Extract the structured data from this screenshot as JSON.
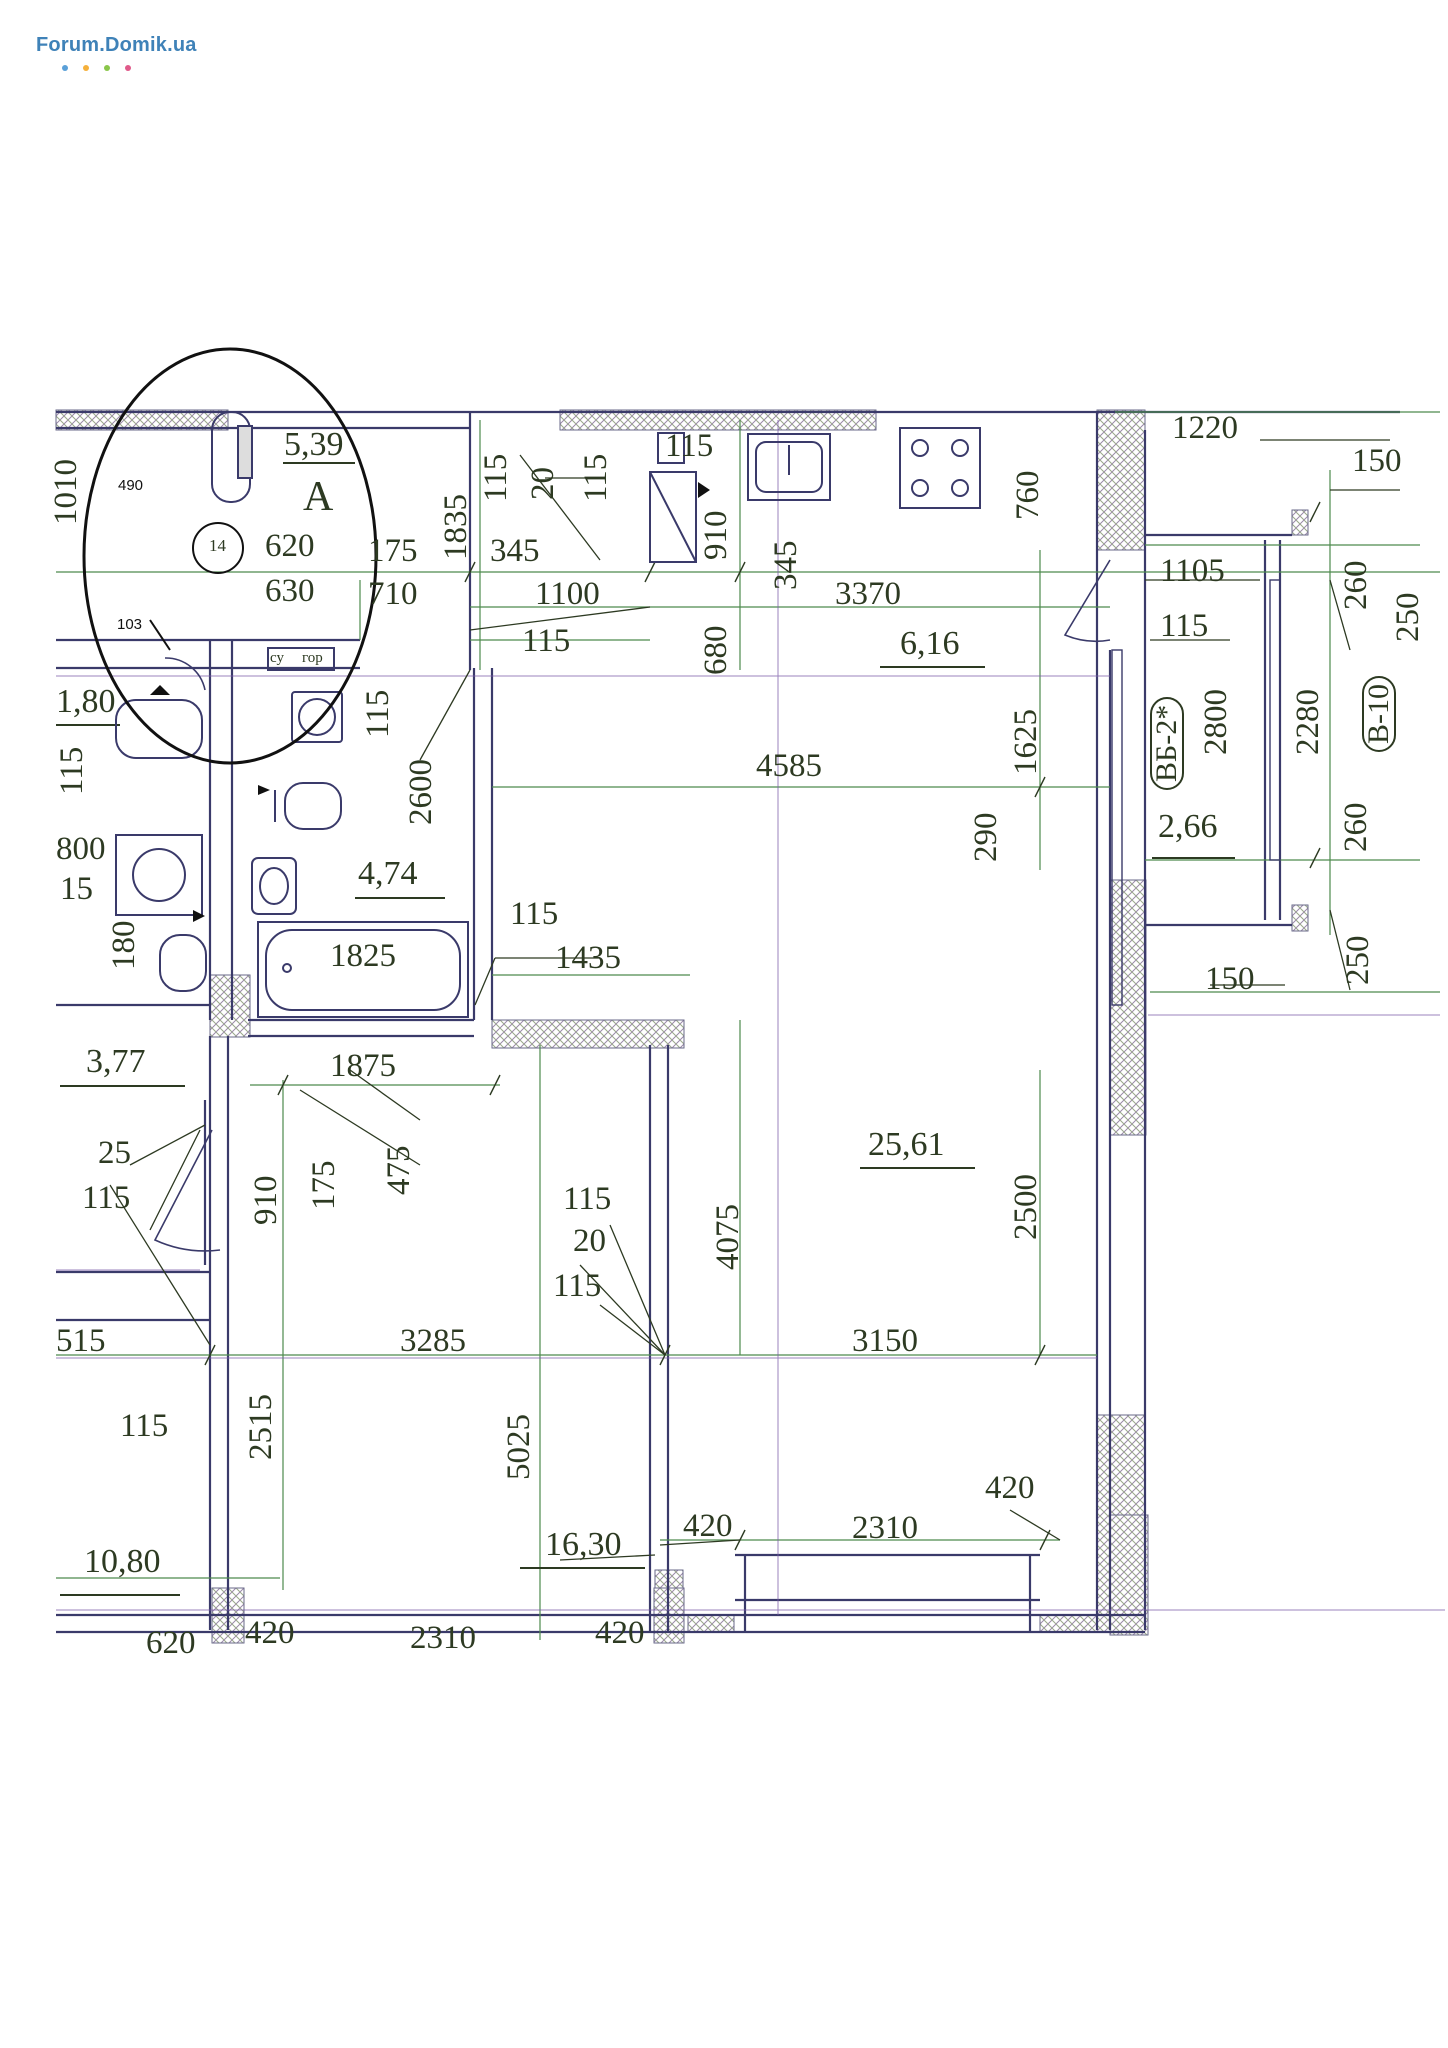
{
  "watermark": {
    "text": "Forum.Domik.ua",
    "dot_colors": [
      "#5aa0d8",
      "#f5b03a",
      "#8ac64a",
      "#e05a8a"
    ]
  },
  "colors": {
    "line": "#3a3a6a",
    "dim_line": "#4e8a4e",
    "grid": "#7a5aa8",
    "wall": "#7a9a6a",
    "text": "#2d3a22",
    "annotation": "#111111"
  },
  "annotations": {
    "mark_a": "А",
    "mark_14": "14",
    "handwritten_490": "490",
    "handwritten_103": "103",
    "fixture_sug": "су",
    "fixture_gor": "гор"
  },
  "rooms": [
    {
      "id": "entry",
      "area": "5,39"
    },
    {
      "id": "bathroom",
      "area": "4,74"
    },
    {
      "id": "kitchen",
      "area": "6,16"
    },
    {
      "id": "balcony",
      "area": "2,66"
    },
    {
      "id": "living",
      "area": "25,61"
    },
    {
      "id": "bedroom",
      "area": "16,30"
    },
    {
      "id": "left_upper",
      "area": "1,80"
    },
    {
      "id": "left_mid",
      "area": "3,77"
    },
    {
      "id": "left_lower",
      "area": "10,80"
    }
  ],
  "marks": {
    "vb2": "ВБ-2*",
    "v10": "В-10"
  },
  "dimensions": {
    "d1010": "1010",
    "d620": "620",
    "d175a": "175",
    "d1835": "1835",
    "d115a": "115",
    "d20a": "20",
    "d115b": "115",
    "d630": "630",
    "d710": "710",
    "d345a": "345",
    "d1100": "1100",
    "d115c": "115",
    "d115d": "115",
    "d910a": "910",
    "d345b": "345",
    "d3370": "3370",
    "d760": "760",
    "d1220": "1220",
    "d150a": "150",
    "d1105": "1105",
    "d115e": "115",
    "d260a": "260",
    "d250a": "250",
    "d680": "680",
    "d115f": "115",
    "d2600": "2600",
    "d4585": "4585",
    "d1625": "1625",
    "d2800": "2800",
    "d2280": "2280",
    "d290": "290",
    "d260b": "260",
    "d250b": "250",
    "d150b": "150",
    "d115g": "115",
    "d800": "800",
    "d15": "15",
    "d180": "180",
    "d1825": "1825",
    "d115h": "115",
    "d1435": "1435",
    "d1875": "1875",
    "d25": "25",
    "d115i": "115",
    "d910b": "910",
    "d175b": "175",
    "d475": "475",
    "d115j": "115",
    "d20b": "20",
    "d115k": "115",
    "d4075": "4075",
    "d2500": "2500",
    "d515": "515",
    "d3285": "3285",
    "d3150": "3150",
    "d115l": "115",
    "d2515": "2515",
    "d5025": "5025",
    "d420a": "420",
    "d420b": "420",
    "d2310a": "2310",
    "d420c": "420",
    "d2310b": "2310",
    "d420d": "420",
    "d620b": "620"
  }
}
